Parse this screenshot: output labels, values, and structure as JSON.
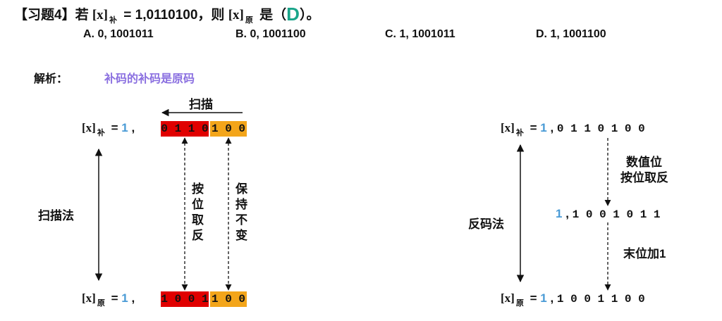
{
  "question": {
    "prefix": "【习题4】若",
    "x_bracket": "[x]",
    "sub_comp": "补",
    "eq_value": "= 1,0110100，则",
    "sub_orig": "原",
    "shi": "是（",
    "answer": "D",
    "suffix": "）。"
  },
  "options": [
    {
      "label": "A. 0, 1001011"
    },
    {
      "label": "B. 0, 1001100"
    },
    {
      "label": "C. 1, 1001011"
    },
    {
      "label": "D. 1, 1001100"
    }
  ],
  "analysis": {
    "label": "解析：",
    "note": "补码的补码是原码"
  },
  "left": {
    "scan_label": "扫描",
    "method_label": "扫描法",
    "top_line": {
      "bracket": "[x]",
      "sub": "补",
      "eq": "=",
      "sign": "1",
      "comma": ",",
      "red_bits": "0 1 1 0",
      "orange_bits": "1 0 0"
    },
    "bottom_line": {
      "bracket": "[x]",
      "sub": "原",
      "eq": "=",
      "sign": "1",
      "comma": ",",
      "red_bits": "1 0 0 1",
      "orange_bits": "1 0 0"
    },
    "invert_label": [
      "按",
      "位",
      "取",
      "反"
    ],
    "keep_label": [
      "保",
      "持",
      "不",
      "变"
    ]
  },
  "right": {
    "method_label": "反码法",
    "top_line": {
      "bracket": "[x]",
      "sub": "补",
      "eq": "=",
      "sign": "1",
      "comma": ",",
      "bits": "0 1 1 0 1 0 0"
    },
    "mid_line": {
      "sign": "1",
      "comma": ",",
      "bits": "1 0 0 1 0 1 1"
    },
    "bottom_line": {
      "bracket": "[x]",
      "sub": "原",
      "eq": "=",
      "sign": "1",
      "comma": ",",
      "bits": "1 0 0 1 1 0 0"
    },
    "step1_line1": "数值位",
    "step1_line2": "按位取反",
    "step2": "末位加1"
  },
  "colors": {
    "red": "#e00000",
    "orange": "#f3a51a",
    "blue": "#4a9bd6",
    "purple": "#8a6fe0",
    "answer": "#1aa58a"
  }
}
